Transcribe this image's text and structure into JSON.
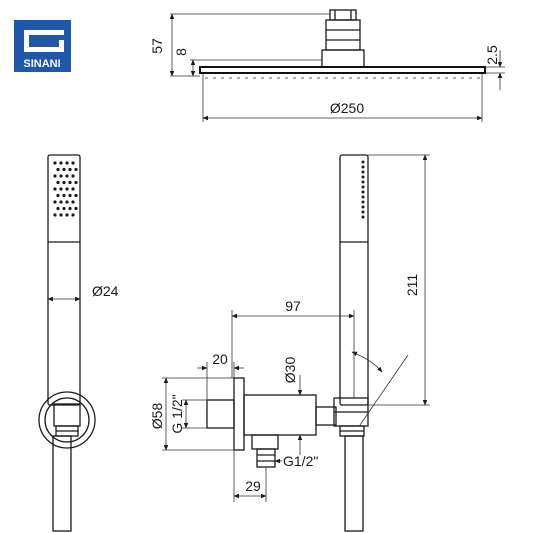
{
  "brand": {
    "name": "SINANI",
    "color": "#1f58a8"
  },
  "dimensions": {
    "head_height": "57",
    "head_neck": "8",
    "head_thickness": "2.5",
    "head_diameter": "Ø250",
    "handle_diameter": "Ø24",
    "handle_length": "211",
    "outlet_projection": "97",
    "nut_width": "20",
    "pipe_diameter": "Ø30",
    "flange_diameter": "Ø58",
    "thread_main": "G 1/2\"",
    "thread_outlet": "G1/2\"",
    "outlet_offset": "29"
  }
}
